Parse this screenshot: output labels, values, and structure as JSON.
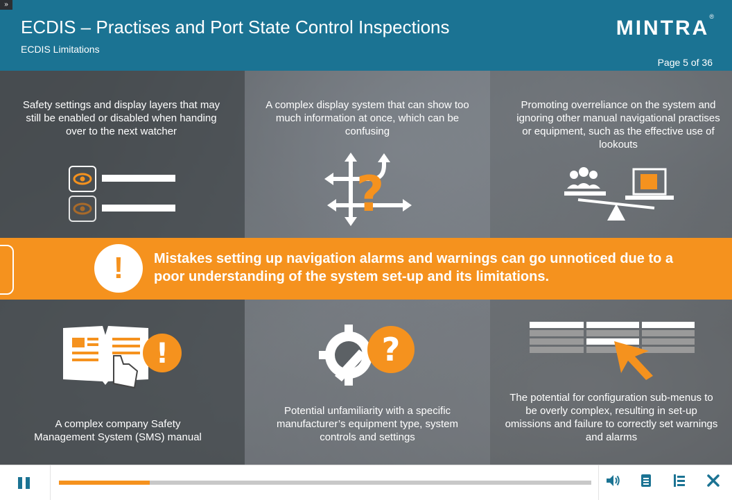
{
  "header": {
    "toggle_label": "»",
    "title": "ECDIS – Practises and Port State Control Inspections",
    "subtitle": "ECDIS Limitations",
    "logo": "MINTRA",
    "logo_mark": "®",
    "page_indicator": "Page 5 of 36"
  },
  "cells": {
    "top_left": "Safety settings and display layers that may still be enabled or disabled when handing over to the next watcher",
    "top_middle": "A complex display system that can show too much information at once, which can be confusing",
    "top_right": "Promoting overreliance on the system and ignoring other manual navigational practises or equipment, such as the effective use of lookouts",
    "bottom_left": "A complex company Safety Management System (SMS) manual",
    "bottom_middle": "Potential unfamiliarity with a specific manufacturer’s equipment type, system controls and settings",
    "bottom_right": "The potential for configuration sub-menus to be overly complex, resulting in set-up omissions and failure to correctly set warnings and alarms"
  },
  "banner": {
    "icon_glyph": "!",
    "message": "Mistakes setting up navigation alarms and warnings can go unnoticed due to a poor understanding of the system set-up and its limitations."
  },
  "icons": {
    "top_left": "eye-layers-icon",
    "top_middle": "confusing-arrows-question-icon",
    "top_right": "people-laptop-scale-icon",
    "bottom_left": "manual-book-hand-alert-icon",
    "bottom_middle": "gear-wrench-question-icon",
    "bottom_right": "menu-grid-cursor-icon",
    "exclaim_glyph": "!",
    "question_glyph": "?"
  },
  "player": {
    "progress": 0.17,
    "volume_icon": "volume-icon",
    "transcript_icon": "transcript-icon",
    "menu_icon": "menu-list-icon",
    "close_icon": "close-icon"
  },
  "colors": {
    "teal": "#1b7393",
    "orange": "#f5921e",
    "white": "#ffffff"
  }
}
